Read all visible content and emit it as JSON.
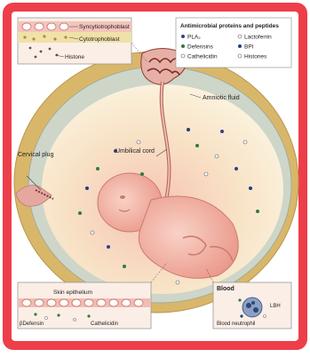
{
  "legend": {
    "title": "Antimicrobial proteins and peptides",
    "left_items": [
      "PLA₂",
      "Defensins",
      "Cathelicidin"
    ],
    "right_items": [
      "Lactoferrin",
      "BPI",
      "Histones"
    ],
    "colors": {
      "pla2": "#3b3b8f",
      "defensins": "#2e7d3a",
      "cathelicidin": "#ffffff",
      "lactoferrin": "#ffffff",
      "bpi": "#1e3f7a",
      "histones": "#ffffff"
    }
  },
  "top_inset": {
    "syncytiotrophoblast": "Syncytiotrophoblast",
    "cytotrophoblast": "Cytotrophoblast",
    "histone": "Histone"
  },
  "labels": {
    "cervical_plug": "Cervical plug",
    "amniotic_fluid": "Amniotic fluid",
    "umbilical_cord": "Umbilical cord"
  },
  "bottom_inset": {
    "skin_epithelium": "Skin epithelium",
    "defensin": "βDefensin",
    "cathelicidin": "Cathelicidin"
  },
  "blood_inset": {
    "title": "Blood",
    "lbh": "LBH",
    "neutrophil": "Blood neutrophil"
  },
  "colors": {
    "frame_red": "#ee3e4a",
    "outer_tan": "#d9b76a",
    "membrane_gray": "#cdd6c8",
    "fluid_peach": "#f8e2c6",
    "fetus_pink": "#f2b3a6"
  }
}
